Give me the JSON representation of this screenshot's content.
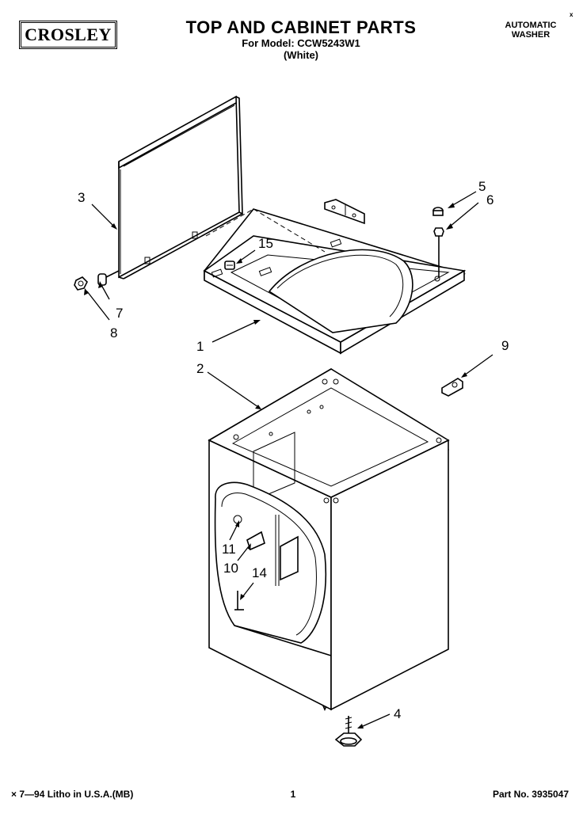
{
  "header": {
    "brand": "CROSLEY",
    "title": "TOP AND CABINET PARTS",
    "model_line": "For Model: CCW5243W1",
    "color_line": "(White)",
    "type_line1": "AUTOMATIC",
    "type_line2": "WASHER",
    "marker": "x"
  },
  "callouts": [
    "1",
    "2",
    "3",
    "4",
    "5",
    "6",
    "7",
    "8",
    "9",
    "10",
    "11",
    "14",
    "15"
  ],
  "footer": {
    "litho": "× 7—94 Litho in U.S.A.(MB)",
    "page": "1",
    "part_number": "Part No. 3935047"
  }
}
